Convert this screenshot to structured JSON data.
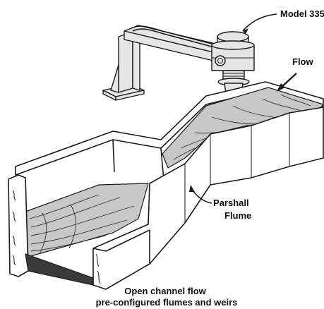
{
  "labels": {
    "model": "Model 335",
    "flow": "Flow",
    "flume_line1": "Parshall",
    "flume_line2": "Flume"
  },
  "caption": {
    "line1": "Open channel flow",
    "line2": "pre-configured flumes and weirs"
  },
  "colors": {
    "water": "#c8c8c8",
    "outline": "#1a1a1a"
  }
}
